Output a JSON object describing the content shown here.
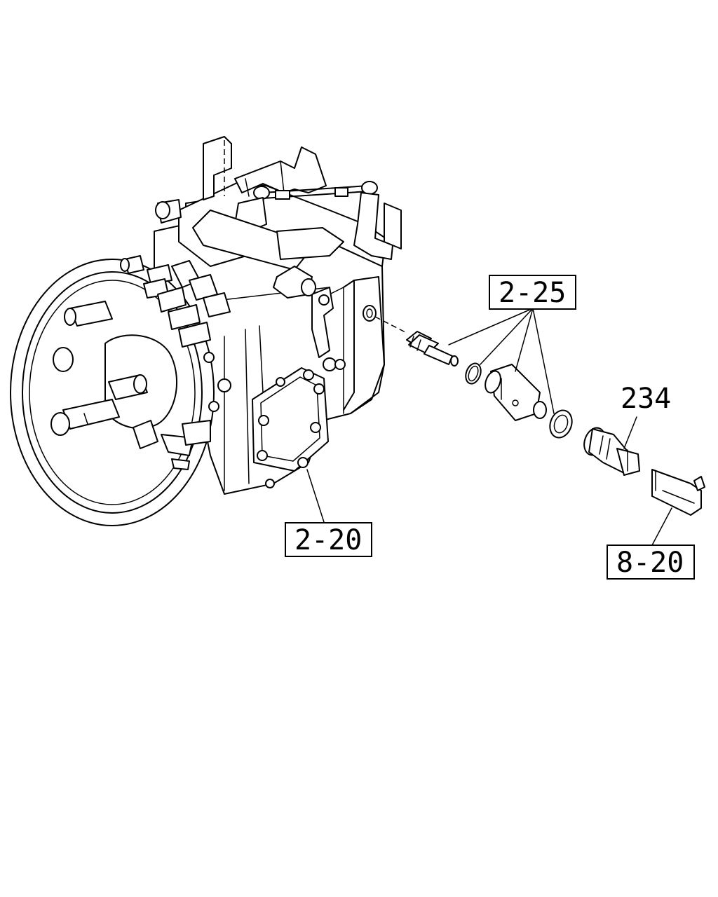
{
  "labels": {
    "callout_2_25": "2-25",
    "callout_2_20": "2-20",
    "callout_8_20": "8-20",
    "part_234": "234"
  }
}
